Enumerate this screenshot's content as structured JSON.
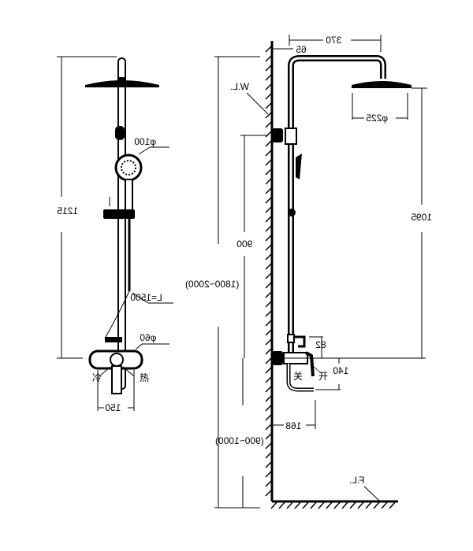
{
  "front_view": {
    "height_dim": "1215",
    "hand_shower_dia": "φ100",
    "hose_length": "L=1500",
    "mixer_dia": "φ60",
    "cold_label": "冷",
    "hot_label": "热",
    "width_dim": "150"
  },
  "side_view": {
    "arm_length": "370",
    "wall_offset": "65",
    "wall_line": "W.L.",
    "head_dia": "φ225",
    "total_height": "(1800~2000)",
    "rail_height": "900",
    "head_height": "1095",
    "outlet_up": "82",
    "spout_down": "140",
    "open_label": "开",
    "close_label": "关",
    "spout_reach": "168",
    "mixer_height": "(900~1000)",
    "floor_line": "F.L."
  }
}
